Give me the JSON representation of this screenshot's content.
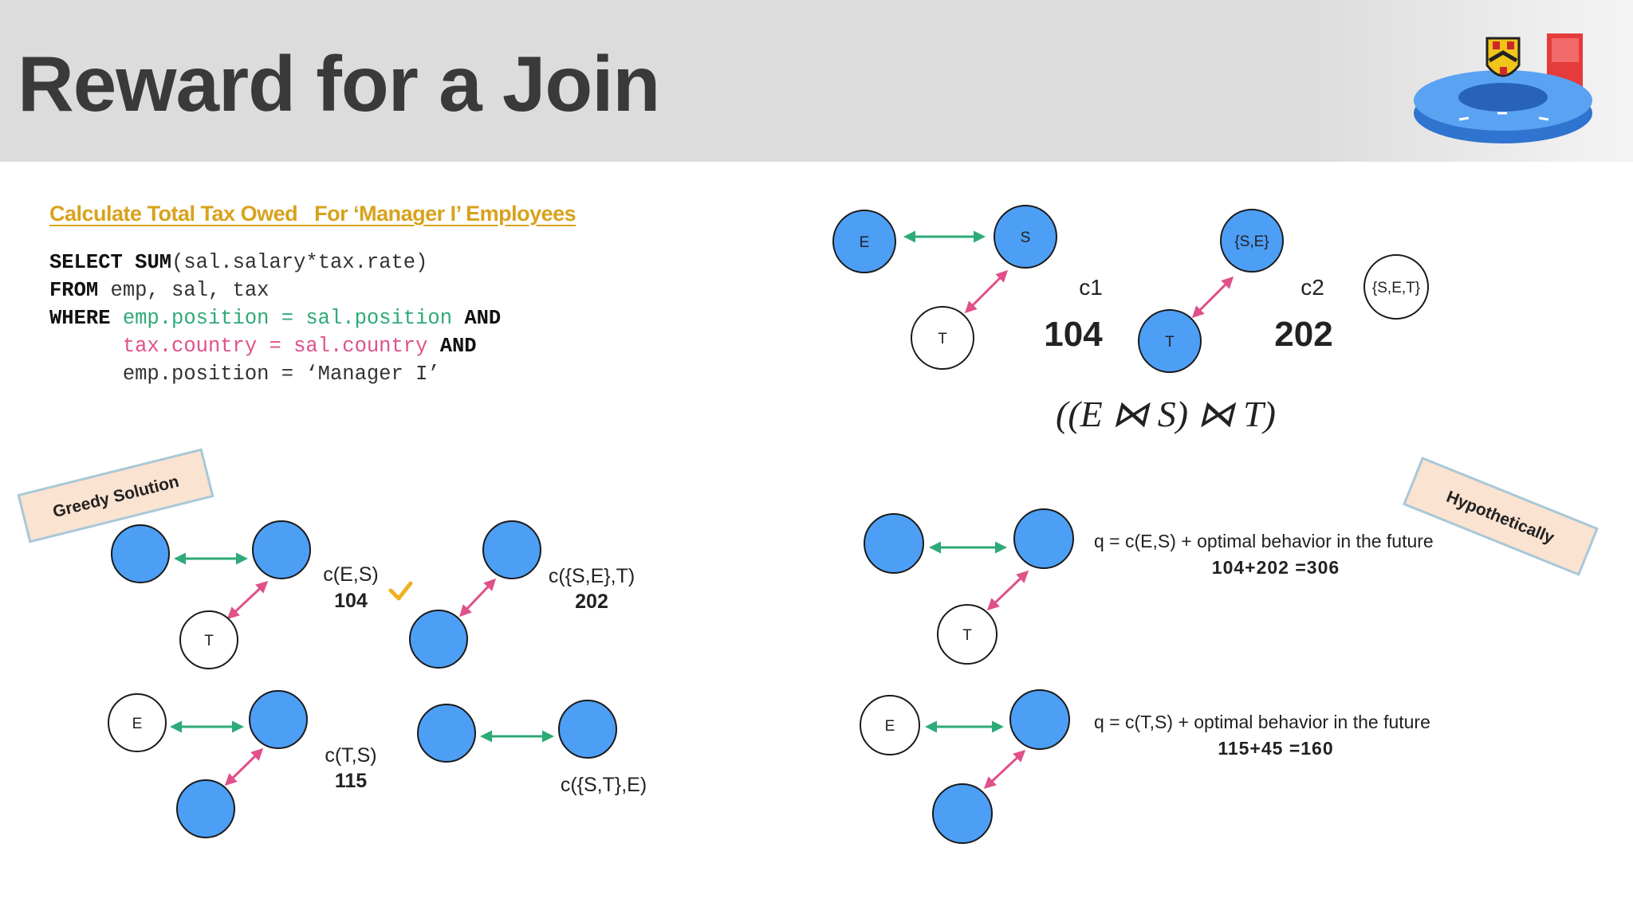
{
  "slide": {
    "title": "Reward for a Join",
    "sql_heading": "Calculate Total Tax Owed   For ‘Manager I’ Employees",
    "sql": {
      "select_kw": "SELECT",
      "sum_kw": "SUM",
      "select_rest": "(sal.salary*tax.rate)",
      "from_kw": "FROM",
      "from_rest": " emp, sal, tax",
      "where_kw": "WHERE",
      "cond1": "emp.position = sal.position",
      "and_kw": "AND",
      "cond2": "tax.country = sal.country",
      "cond3": "emp.position = ‘Manager I’"
    }
  },
  "top_right": {
    "node_e": "E",
    "node_s": "S",
    "node_t1": "T",
    "node_se": "{S,E}",
    "node_t2": "T",
    "node_set": "{S,E,T}",
    "c1_label": "c1",
    "c1_value": "104",
    "c2_label": "c2",
    "c2_value": "202",
    "formula": "((E ⋈ S) ⋈ T)"
  },
  "greedy": {
    "tag": "Greedy Solution",
    "node_t": "T",
    "node_e": "E",
    "ces_label": "c(E,S)",
    "ces_value": "104",
    "cset_label": "c({S,E},T)",
    "cset_value": "202",
    "cts_label": "c(T,S)",
    "cts_value": "115",
    "cste_label": "c({S,T},E)"
  },
  "hypothetical": {
    "tag": "Hypothetically",
    "node_t": "T",
    "node_e": "E",
    "q1_text": "q = c(E,S) + optimal behavior in the future",
    "q1_value": "104+202 =306",
    "q2_text": "q = c(T,S) + optimal behavior in the future",
    "q2_value": "115+45 =160"
  },
  "colors": {
    "header_bg": "#dcdcdc",
    "node_blue": "#4d9ef5",
    "edge_green": "#2eaa77",
    "edge_pink": "#e0508a",
    "heading_gold": "#d8a21c",
    "checkmark": "#f0b020"
  },
  "icons": {
    "logo": "university-crest-logo",
    "check": "checkmark-icon"
  }
}
